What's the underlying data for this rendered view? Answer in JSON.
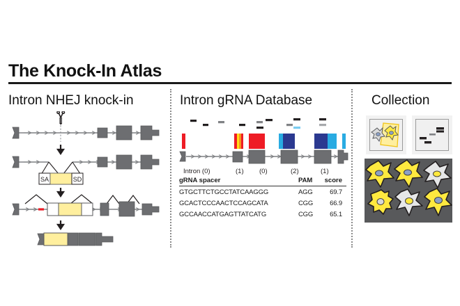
{
  "figure": {
    "title": "The Knock-In Atlas",
    "background": "#ffffff"
  },
  "panels": [
    {
      "id": "intron-nhej",
      "heading": "Intron NHEJ knock-in"
    },
    {
      "id": "grna-database",
      "heading": "Intron gRNA Database"
    },
    {
      "id": "collection",
      "heading": "Collection"
    }
  ],
  "left_panel": {
    "heading": "Intron NHEJ knock-in",
    "cassette_labels": {
      "splice_acceptor": "SA",
      "splice_donor": "SD"
    },
    "icons": {
      "nuclease": "scissors-icon",
      "step": "down-arrow-icon"
    },
    "colors": {
      "exon": "#6d6e71",
      "cassette": "#ffef9e",
      "line": "#808285",
      "outline": "#2b2b2b",
      "marker": "#ee1c25"
    },
    "rows": [
      {
        "name": "target-locus",
        "description": "gene with nuclease cut site"
      },
      {
        "name": "donor-integration",
        "description": "SA-cassette-SD donor"
      },
      {
        "name": "edited-locus",
        "description": "locus with integrated cassette"
      },
      {
        "name": "mrna-product",
        "description": "spliced transcript product"
      }
    ]
  },
  "mid_panel": {
    "heading": "Intron gRNA Database",
    "intron_labels": [
      "Intron (0)",
      "(1)",
      "(0)",
      "(2)",
      "(1)"
    ],
    "colors": {
      "exon": "#6d6e71",
      "red": "#ee1c25",
      "orange": "#f7941e",
      "yellow": "#ffde17",
      "navy": "#2b3990",
      "cyan": "#29abe2",
      "lightblue": "#7accf0",
      "gray_dark": "#231f20",
      "gray_mid": "#808285",
      "gray_light": "#bcbec0"
    },
    "table": {
      "columns": [
        "gRNA spacer",
        "PAM",
        "score"
      ],
      "rows": [
        {
          "spacer": "GTGCTTCTGCCTATCAAGGG",
          "pam": "AGG",
          "score": "69.7"
        },
        {
          "spacer": "GCACTCCCAACTCCAGCATA",
          "pam": "CGG",
          "score": "66.9"
        },
        {
          "spacer": "GCCAACCATGAGTTATCATG",
          "pam": "CGG",
          "score": "65.1"
        }
      ]
    }
  },
  "right_panel": {
    "heading": "Collection",
    "thumbnails": [
      {
        "name": "cell-outline-thumbnail",
        "description": "cell tracing with highlighted ROI"
      },
      {
        "name": "blot-thumbnail",
        "description": "gel band image"
      }
    ],
    "gallery": {
      "name": "cell-micrograph-gallery",
      "background": "#58595b",
      "cells": [
        {
          "body": "#ffe93f",
          "nucleus": "#8ba0c6"
        },
        {
          "body": "#ffe93f",
          "nucleus": "#8ba0c6"
        },
        {
          "body": "#e6e7e8",
          "nucleus": "#ffe93f"
        },
        {
          "body": "#ffe93f",
          "nucleus": "#e6e7e8"
        },
        {
          "body": "#e6e7e8",
          "nucleus": "#ffe93f"
        },
        {
          "body": "#ffe93f",
          "nucleus": "#8ba0c6"
        }
      ]
    }
  }
}
